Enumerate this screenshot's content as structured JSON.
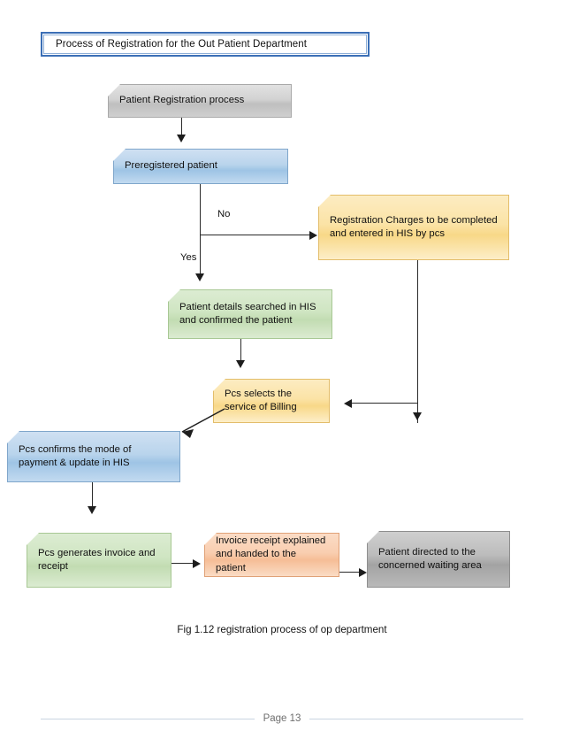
{
  "document": {
    "title_banner": "Process of Registration for the Out Patient Department",
    "figure_caption": "Fig 1.12 registration process of op department",
    "footer_page": "Page 13"
  },
  "flowchart": {
    "nodes": [
      {
        "id": "start",
        "label": "Patient Registration process",
        "color": "#d2d2d2"
      },
      {
        "id": "prereg",
        "label": "Preregistered patient",
        "color": "#b9d4ec"
      },
      {
        "id": "charges",
        "label": "Registration Charges to be completed\nand entered  in HIS by pcs",
        "color": "#fbe3a6"
      },
      {
        "id": "search",
        "label": "Patient details searched in HIS\nand confirmed the patient",
        "color": "#cfe5c2"
      },
      {
        "id": "billing",
        "label": "Pcs selects the\nservice of Billing",
        "color": "#fbe3a6"
      },
      {
        "id": "payment",
        "label": "Pcs confirms the mode of\npayment & update in HIS",
        "color": "#b9d4ec"
      },
      {
        "id": "invoice",
        "label": "Pcs generates invoice and\nreceipt",
        "color": "#cfe5c2"
      },
      {
        "id": "explained",
        "label": "Invoice receipt explained\nand handed to the patient",
        "color": "#f9ceb0"
      },
      {
        "id": "waiting",
        "label": "Patient directed to the\nconcerned waiting area",
        "color": "#bcbcbc"
      }
    ],
    "branch_labels": {
      "no": "No",
      "yes": "Yes"
    }
  }
}
